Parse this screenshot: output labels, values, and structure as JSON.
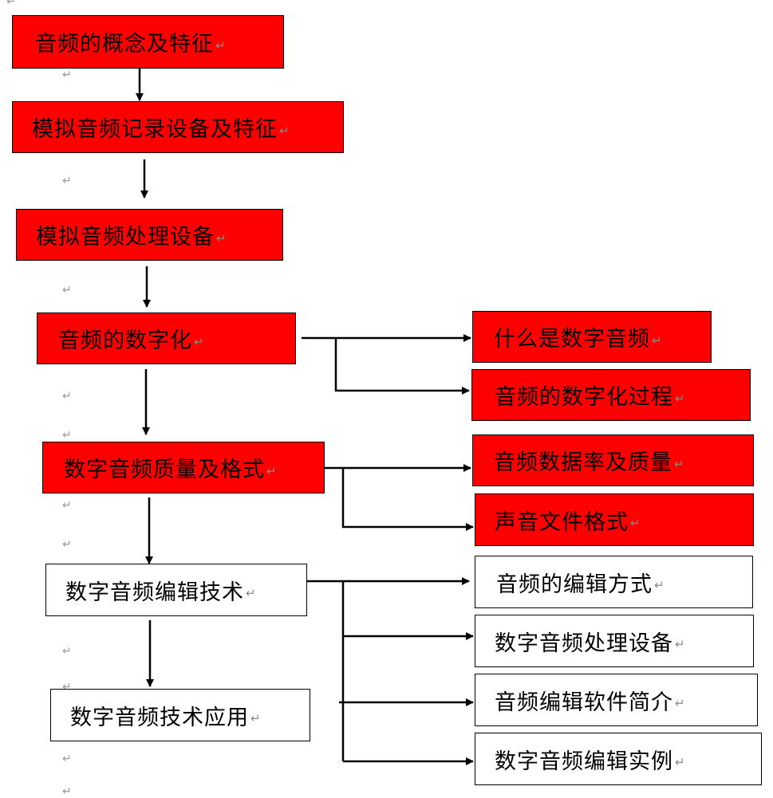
{
  "return_mark": "↵",
  "colors": {
    "highlight": "#ff0000",
    "plain": "#ffffff",
    "line": "#000000"
  },
  "nodes": {
    "n1": "音频的概念及特征",
    "n2": "模拟音频记录设备及特征",
    "n3": "模拟音频处理设备",
    "n4": "音频的数字化",
    "n4a": "什么是数字音频",
    "n4b": "音频的数字化过程",
    "n5": "数字音频质量及格式",
    "n5a": "音频数据率及质量",
    "n5b": "声音文件格式",
    "n6": "数字音频编辑技术",
    "n6a": "音频的编辑方式",
    "n6b": "数字音频处理设备",
    "n6c": "音频编辑软件简介",
    "n6d": "数字音频编辑实例",
    "n7": "数字音频技术应用"
  }
}
